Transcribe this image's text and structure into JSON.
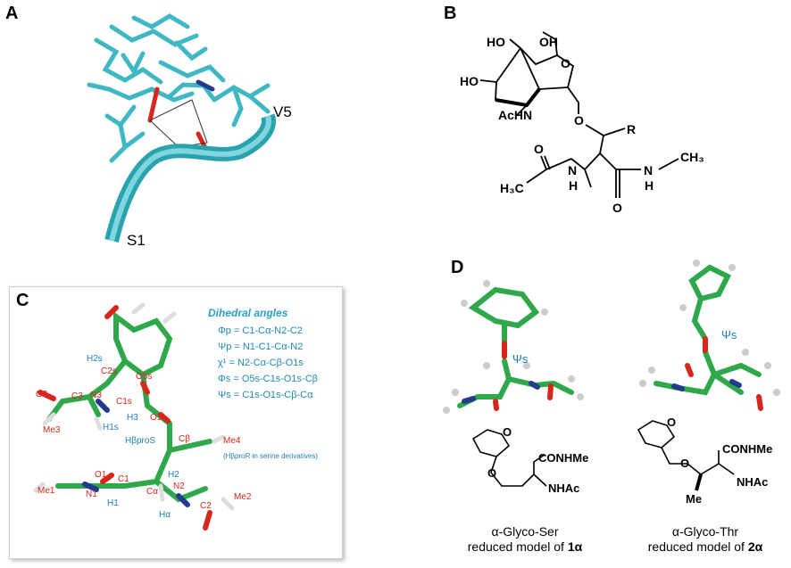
{
  "panels": {
    "a": {
      "letter": "A",
      "label_v5": "V5",
      "label_s1": "S1"
    },
    "b": {
      "letter": "B",
      "ho1": "HO",
      "oh1": "OH",
      "ho2": "HO",
      "o_ring": "O",
      "achn": "AcHN",
      "o_gly": "O",
      "r": "R",
      "o1": "O",
      "o2": "O",
      "n1": "N",
      "h1": "H",
      "n2": "N",
      "h2": "H",
      "h3c": "H₃C",
      "ch3": "CH₃"
    },
    "c": {
      "letter": "C",
      "dihedral_title": "Dihedral angles",
      "dihedrals": [
        "Φp = C1-Cα-N2-C2",
        "Ψp = N1-C1-Cα-N2",
        "χ¹ = N2-Cα-Cβ-O1s",
        "Φs = O5s-C1s-O1s-Cβ",
        "Ψs = C1s-O1s-Cβ-Cα"
      ],
      "atoms_red": [
        "C2s",
        "O5s",
        "C1s",
        "O3",
        "C3",
        "N3",
        "O1s",
        "Cβ",
        "Me4",
        "Me3",
        "O1",
        "C1",
        "N2",
        "Me1",
        "N1",
        "Cα",
        "C2",
        "Me2"
      ],
      "atoms_blue": [
        "H2s",
        "H1s",
        "H3",
        "HβproS",
        "H2",
        "H1",
        "Hα"
      ],
      "note": "(HβproR in serine derivatives)"
    },
    "d": {
      "letter": "D",
      "psi_left": "Ψs",
      "psi_right": "Ψs",
      "left": {
        "o_ring": "O",
        "o_link": "O",
        "conhme": "CONHMe",
        "nhac": "NHAc",
        "caption1": "α-Glyco-Ser",
        "caption2_pre": "reduced model of ",
        "caption2_num": "1α"
      },
      "right": {
        "o_ring": "O",
        "o_link": "O",
        "conhme": "CONHMe",
        "nhac": "NHAc",
        "me": "Me",
        "caption1": "α-Glyco-Thr",
        "caption2_pre": "reduced model of ",
        "caption2_num": "2α"
      }
    }
  },
  "colors": {
    "cyan": "#3fb8c4",
    "green": "#2ea84a",
    "red": "#d9261c",
    "blue": "#1f7fb3",
    "navy": "#243a8c"
  }
}
